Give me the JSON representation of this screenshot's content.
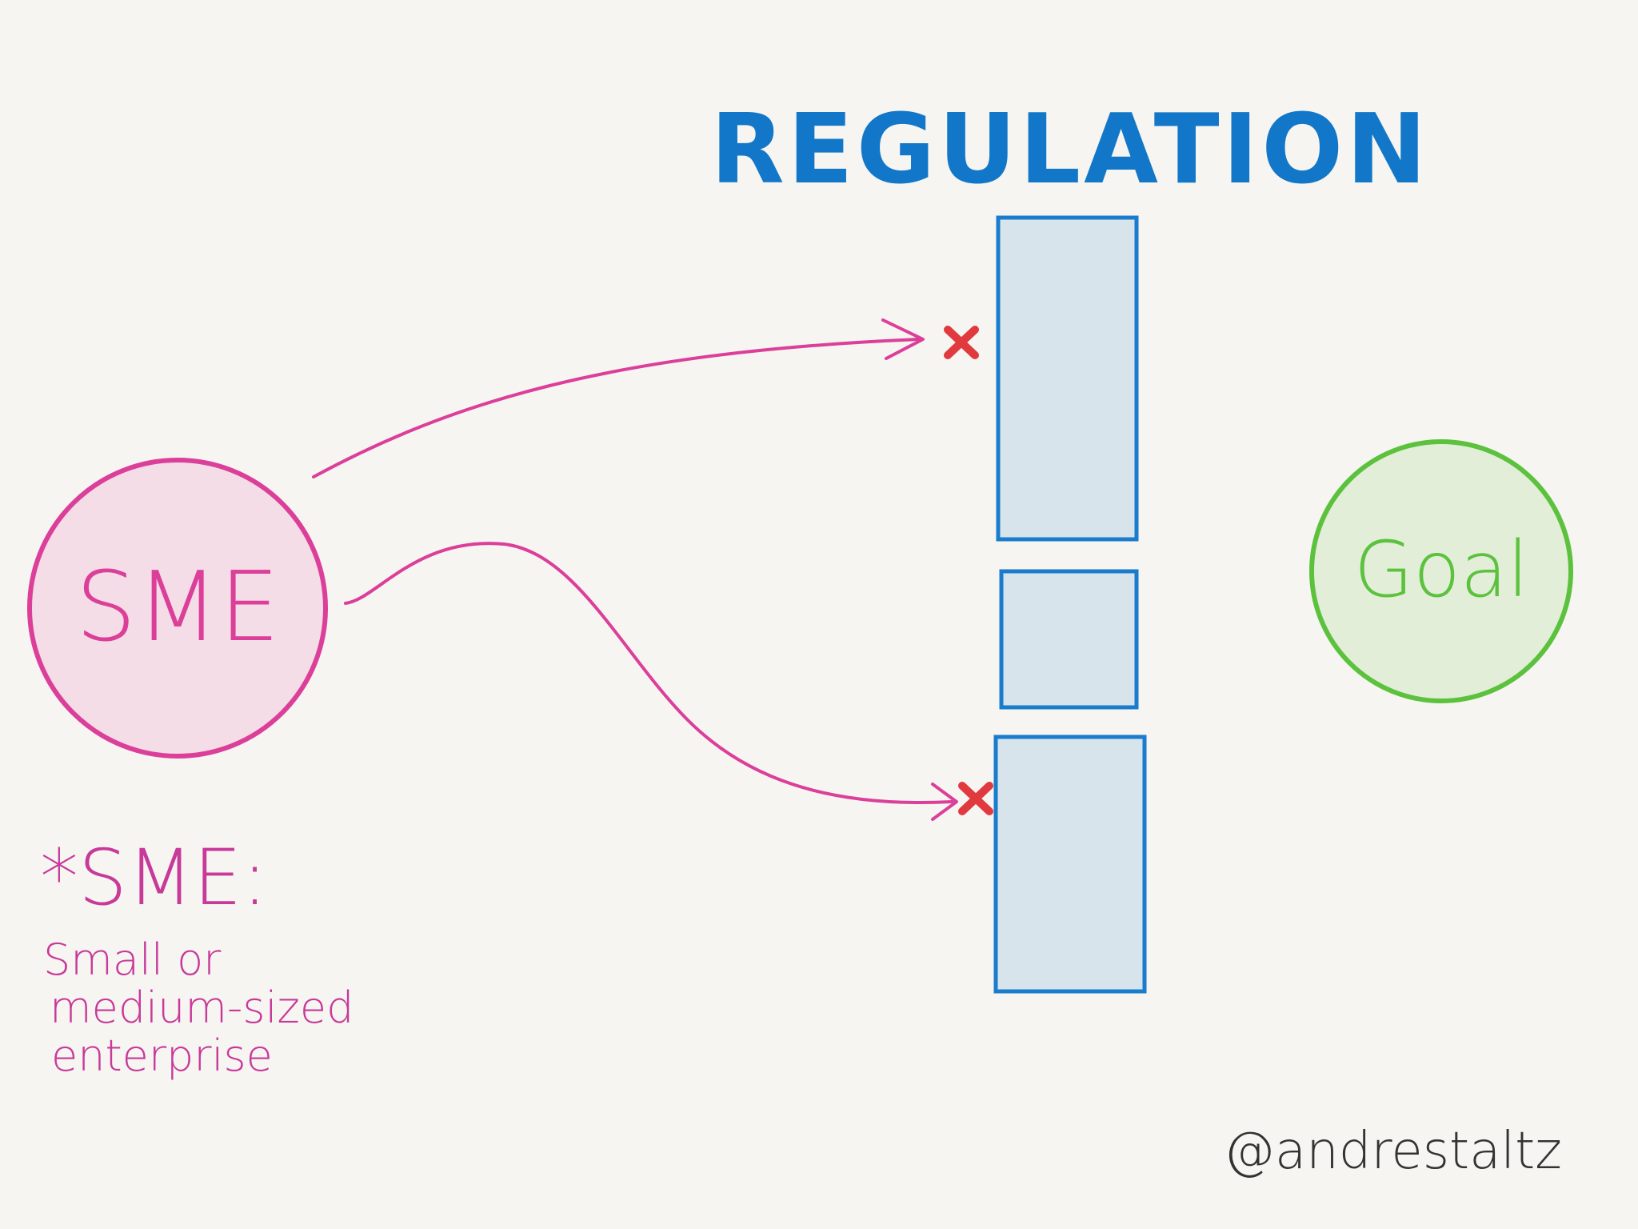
{
  "title": "REGULATION",
  "sme_node": {
    "label": "SME"
  },
  "goal_node": {
    "label": "Goal"
  },
  "footnote": {
    "heading": "*SME:",
    "line1": "Small or",
    "line2": "medium-sized",
    "line3": "enterprise"
  },
  "signature": "@andrestaltz",
  "colors": {
    "background": "#f6f5f1",
    "title": "#1277c8",
    "sme_stroke": "#dc3f9a",
    "sme_fill": "#f4dde6",
    "goal_stroke": "#5cc23e",
    "goal_fill": "#e2eed8",
    "barrier_stroke": "#1a7ccd",
    "barrier_fill": "#d7e4ec",
    "block_mark": "#e03a3e",
    "signature": "#333333"
  },
  "icons": {
    "blocked_marker": "cross-icon"
  }
}
